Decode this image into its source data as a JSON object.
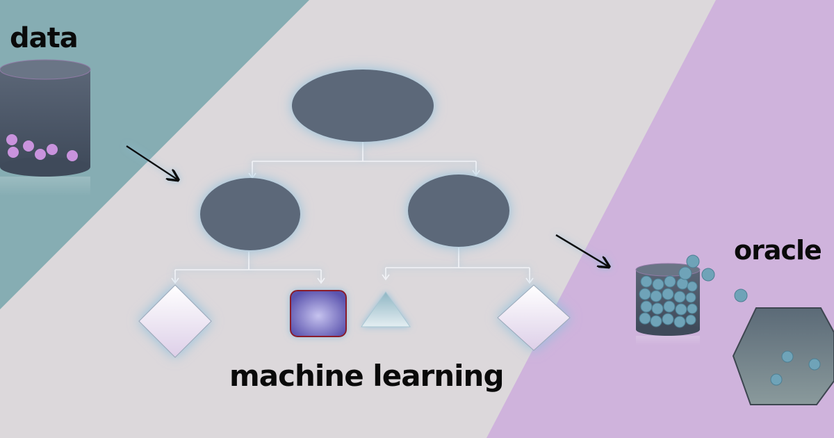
{
  "labels": {
    "data": "data",
    "oracle": "oracle",
    "machine_learning": "machine learning"
  },
  "colors": {
    "background": "#dcd8db",
    "data_region": "#86adb3",
    "oracle_region": "#cfb3dc",
    "node_fill": "#5c6879",
    "glow": "#8fc0dc",
    "connector": "#f2f4f8",
    "data_marble": "#c993dd",
    "oracle_marble": "#6fa3b8",
    "leaf_diamond": "#ece3f2",
    "leaf_square": "#7b74c4",
    "leaf_triangle": "#b9d3de",
    "arrow": "#111111"
  },
  "icons": {
    "data_source": "cylinder-icon",
    "oracle_store": "cylinder-icon",
    "oracle_box": "hexagon-icon"
  }
}
